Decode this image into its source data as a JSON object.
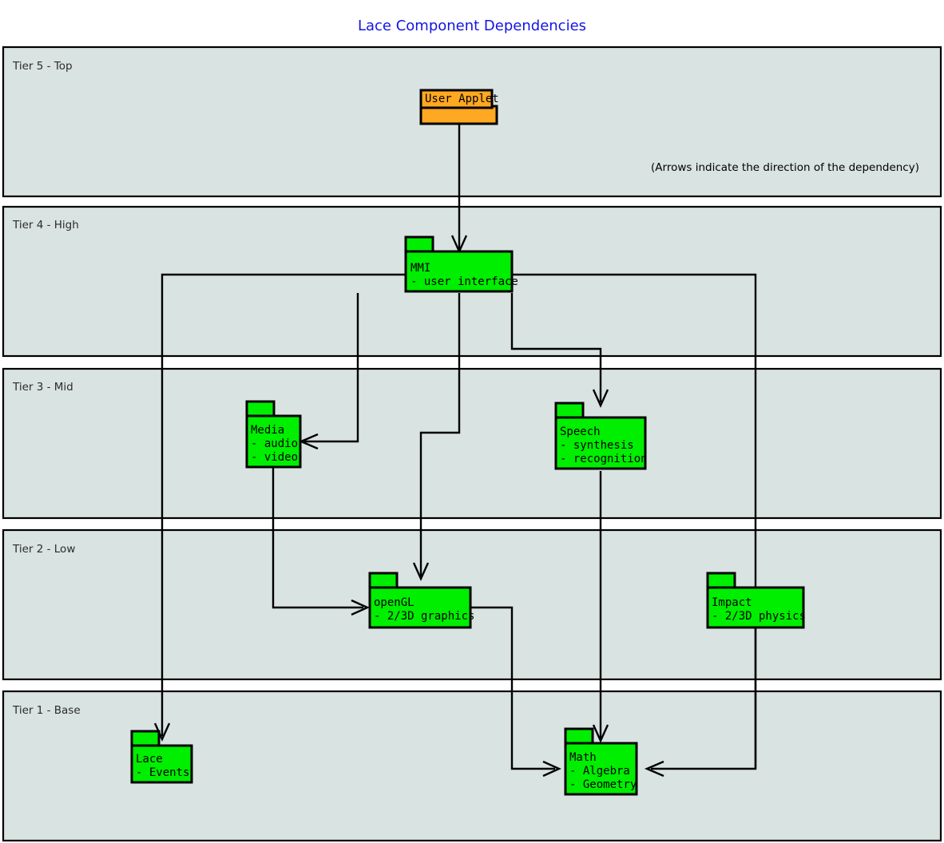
{
  "title": "Lace Component Dependencies",
  "note": "(Arrows indicate the direction of the dependency)",
  "colors": {
    "title": "#1414e6",
    "tier_band": "#d9e3e1",
    "package_green": "#00ee00",
    "package_orange": "#ffa821",
    "stroke": "#000000"
  },
  "tiers": [
    {
      "id": "tier5",
      "label": "Tier 5 - Top"
    },
    {
      "id": "tier4",
      "label": "Tier 4 - High"
    },
    {
      "id": "tier3",
      "label": "Tier 3 - Mid"
    },
    {
      "id": "tier2",
      "label": "Tier 2 - Low"
    },
    {
      "id": "tier1",
      "label": "Tier 1 - Base"
    }
  ],
  "packages": [
    {
      "id": "user-applet",
      "tier": "Tier 5 - Top",
      "name": "User Applet",
      "items": [],
      "color": "#ffa821"
    },
    {
      "id": "mmi",
      "tier": "Tier 4 - High",
      "name": "MMI",
      "items": [
        "- user interface"
      ],
      "color": "#00ee00"
    },
    {
      "id": "media",
      "tier": "Tier 3 - Mid",
      "name": "Media",
      "items": [
        "- audio",
        "- video"
      ],
      "color": "#00ee00"
    },
    {
      "id": "speech",
      "tier": "Tier 3 - Mid",
      "name": "Speech",
      "items": [
        "- synthesis",
        "- recognition"
      ],
      "color": "#00ee00"
    },
    {
      "id": "opengl",
      "tier": "Tier 2 - Low",
      "name": "openGL",
      "items": [
        "- 2/3D graphics"
      ],
      "color": "#00ee00"
    },
    {
      "id": "impact",
      "tier": "Tier 2 - Low",
      "name": "Impact",
      "items": [
        "- 2/3D physics"
      ],
      "color": "#00ee00"
    },
    {
      "id": "lace",
      "tier": "Tier 1 - Base",
      "name": "Lace",
      "items": [
        "- Events"
      ],
      "color": "#00ee00"
    },
    {
      "id": "math",
      "tier": "Tier 1 - Base",
      "name": "Math",
      "items": [
        "- Algebra",
        "- Geometry"
      ],
      "color": "#00ee00"
    }
  ],
  "dependencies": [
    {
      "from": "User Applet",
      "to": "MMI"
    },
    {
      "from": "MMI",
      "to": "Media"
    },
    {
      "from": "MMI",
      "to": "Speech"
    },
    {
      "from": "MMI",
      "to": "openGL"
    },
    {
      "from": "MMI",
      "to": "Lace"
    },
    {
      "from": "MMI",
      "to": "Math"
    },
    {
      "from": "Media",
      "to": "openGL"
    },
    {
      "from": "Speech",
      "to": "Math"
    },
    {
      "from": "openGL",
      "to": "Math"
    },
    {
      "from": "Impact",
      "to": "Math"
    }
  ]
}
